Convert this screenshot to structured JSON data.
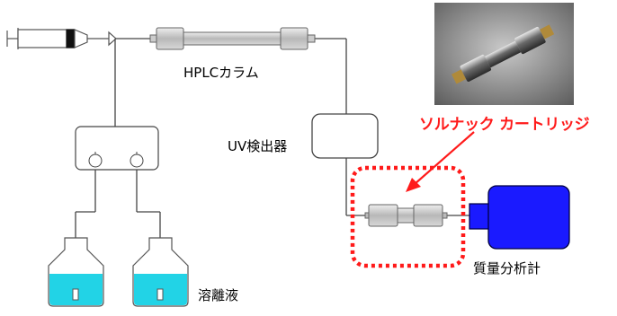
{
  "labels": {
    "column": "HPLCカラム",
    "uv_detector": "UV検出器",
    "cartridge": "ソルナック カートリッジ",
    "mass_spec": "質量分析計",
    "eluent": "溶離液"
  },
  "colors": {
    "highlight": "#ff1a1a",
    "mass_spec_body": "#1a1aff",
    "eluent_liquid": "#22d3e6",
    "column_fill": "#c8c8c8"
  },
  "icons": {
    "syringe": "syringe-icon",
    "cartridge_photo": "cartridge-photo-icon"
  }
}
